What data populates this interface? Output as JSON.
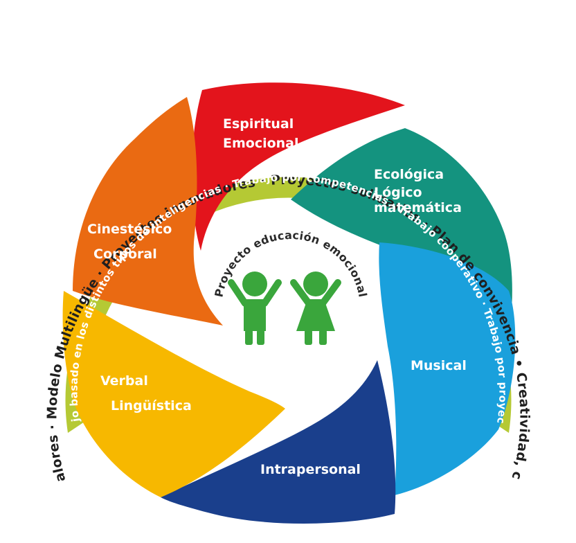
{
  "outer_ring_text": "Plan de educación en valores · Modelo Multilingüe · Proyectos innovadores · Proyectos solidarios · Plan de convivencia • Creatividad, cultura del pensamiento",
  "band_text": "Trabajo basado en los distintos tipos de inteligencias · Trabajo por competencias · Trabajo cooperativo · Trabajo por proyectos...",
  "center": {
    "title": "Proyecto educación emocional",
    "icon": "children-arms-up-icon",
    "icon_color": "#3aa63c"
  },
  "colors": {
    "band": "#b5c934",
    "outer_text": "#1f1f1f",
    "label": "#ffffff"
  },
  "petals": [
    {
      "id": "espiritual",
      "lines": [
        "Espiritual",
        "Emocional"
      ],
      "color": "#e3141c"
    },
    {
      "id": "ecologica",
      "lines": [
        "Ecológica",
        "Lógico",
        "matemática"
      ],
      "color": "#14937f"
    },
    {
      "id": "musical",
      "lines": [
        "Musical"
      ],
      "color": "#1aa0dc"
    },
    {
      "id": "intrapersonal",
      "lines": [
        "Intrapersonal"
      ],
      "color": "#1a3f8c"
    },
    {
      "id": "verbal",
      "lines": [
        "Verbal",
        "Lingüística"
      ],
      "color": "#f7b800"
    },
    {
      "id": "cinestesico",
      "lines": [
        "Cinestésico",
        "Corporal"
      ],
      "color": "#ea6a12"
    }
  ]
}
